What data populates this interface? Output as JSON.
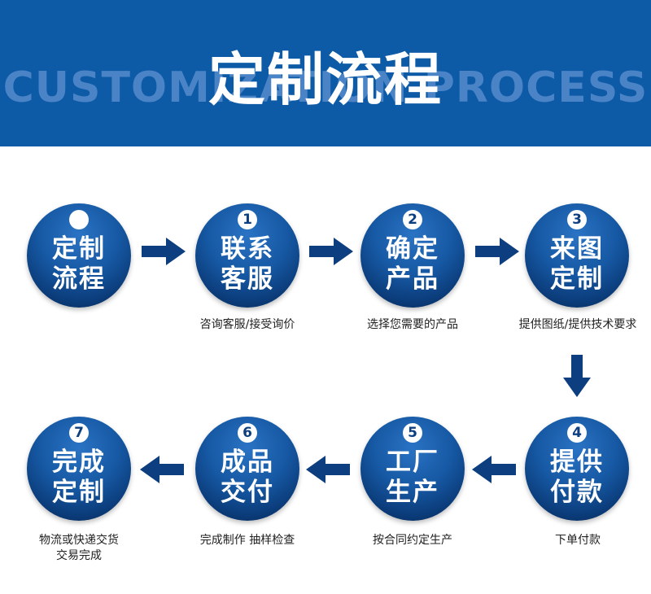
{
  "header": {
    "title": "定制流程",
    "subtitle": "CUSTOMIZATION PROCESS"
  },
  "steps": [
    {
      "number": "",
      "label": "定制\n流程",
      "caption": ""
    },
    {
      "number": "1",
      "label": "联系\n客服",
      "caption": "咨询客服/接受询价"
    },
    {
      "number": "2",
      "label": "确定\n产品",
      "caption": "选择您需要的产品"
    },
    {
      "number": "3",
      "label": "来图\n定制",
      "caption": "提供图纸/提供技术要求"
    },
    {
      "number": "4",
      "label": "提供\n付款",
      "caption": "下单付款"
    },
    {
      "number": "5",
      "label": "工厂\n生产",
      "caption": "按合同约定生产"
    },
    {
      "number": "6",
      "label": "成品\n交付",
      "caption": "完成制作 抽样检查"
    },
    {
      "number": "7",
      "label": "完成\n定制",
      "caption": "物流或快递交货\n交易完成"
    }
  ],
  "colors": {
    "banner": "#0d5aa7",
    "circle": "#1658a3",
    "arrow": "#0d3f80"
  },
  "icons": {
    "arrow_right": "arrow-right-icon",
    "arrow_left": "arrow-left-icon",
    "arrow_down": "arrow-down-icon"
  }
}
